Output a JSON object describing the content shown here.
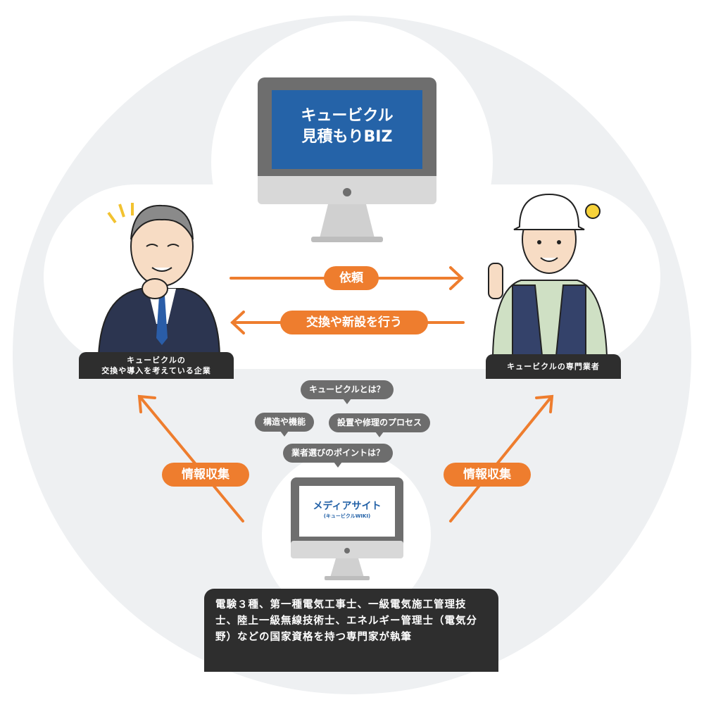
{
  "platform_monitor": {
    "line1": "キュービクル",
    "line2": "見積もりBIZ"
  },
  "company_label": {
    "line1": "キュービクルの",
    "line2": "交換や導入を考えている企業"
  },
  "contractor_label": "キュービクルの専門業者",
  "arrows": {
    "request": "依頼",
    "replace": "交換や新設を行う",
    "info_left": "情報収集",
    "info_right": "情報収集"
  },
  "bubbles": [
    "キュービクルとは？",
    "構造や機能",
    "設置や修理のプロセス",
    "業者選びのポイントは？"
  ],
  "media_monitor": {
    "title": "メディアサイト",
    "subtitle": "(キュービクルWIKI)"
  },
  "description": "電験３種、第一種電気工事士、一級電気施工管理技士、陸上一級無線技術士、エネルギー管理士（電気分野）などの国家資格を持つ専門家が執筆",
  "colors": {
    "accent": "#ee7d2e",
    "screen_blue": "#2563a8",
    "dark": "#2e2e2e",
    "bubble": "#6d6d6d"
  }
}
